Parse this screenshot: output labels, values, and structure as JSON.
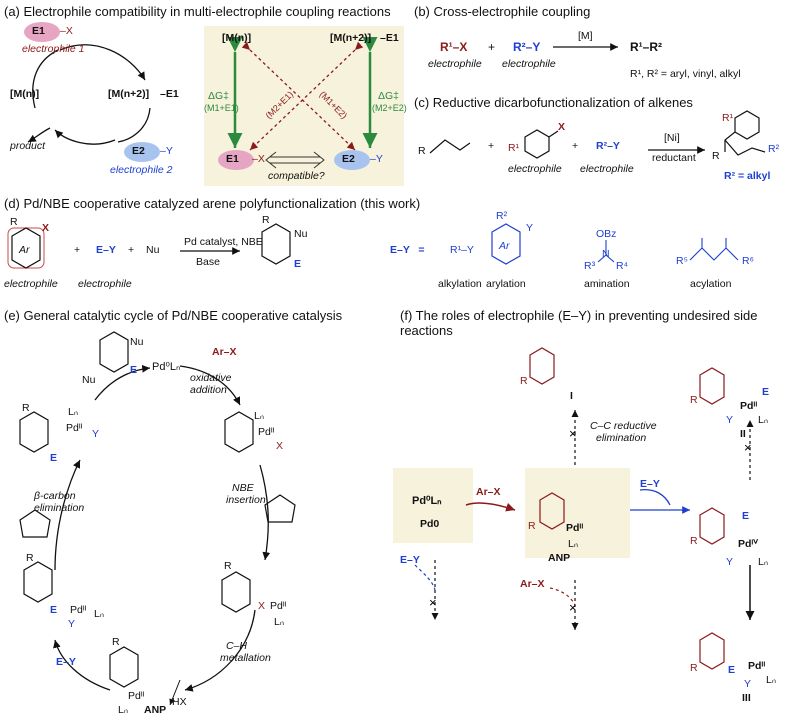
{
  "panels": {
    "a": "(a) Electrophile compatibility in multi-electrophile coupling reactions",
    "b": "(b) Cross-electrophile coupling",
    "c": "(c) Reductive dicarbofunctionalization of alkenes",
    "d": "(d) Pd/NBE cooperative catalyzed arene polyfunctionalization (this work)",
    "e": "(e) General catalytic cycle of Pd/NBE cooperative catalysis",
    "f": "(f) The roles of electrophile (E–Y) in preventing undesired side reactions"
  },
  "a": {
    "e1": "E1",
    "x": "–X",
    "e2": "E2",
    "y": "–Y",
    "electrophile1": "electrophile 1",
    "electrophile2": "electrophile 2",
    "m_n": "[M(n)]",
    "m_n2": "[M(n+2)]",
    "e1_lbl": "–E1",
    "product": "product",
    "dg1": "ΔG‡",
    "dg1_sub": "(M1+E1)",
    "dg2": "ΔG‡",
    "dg2_sub": "(M2+E2)",
    "dg3_sub": "(M2+E1)",
    "dg4_sub": "(M1+E2)",
    "compatible": "compatible?"
  },
  "b": {
    "r1x": "R¹–X",
    "plus": "+",
    "r2y": "R²–Y",
    "cat": "[M]",
    "prod": "R¹–R²",
    "el1": "electrophile",
    "el2": "electrophile",
    "note": "R¹, R² = aryl, vinyl, alkyl"
  },
  "c": {
    "r": "R",
    "plus": "+",
    "r1": "R¹",
    "x": "X",
    "r2y": "R²–Y",
    "cat": "[Ni]",
    "reductant": "reductant",
    "el1": "electrophile",
    "el2": "electrophile",
    "note": "R² = alkyl",
    "r_prod": "R",
    "r1_prod": "R¹",
    "r2_prod": "R²"
  },
  "d": {
    "r": "R",
    "x": "X",
    "ar": "Ar",
    "plus": "+",
    "ey": "E–Y",
    "nu": "Nu",
    "cat": "Pd catalyst, NBE",
    "base": "Base",
    "prod_r": "R",
    "prod_nu": "Nu",
    "prod_e": "E",
    "el1": "electrophile",
    "el2": "electrophile",
    "eq": "E–Y   =",
    "alk_form": "R¹–Y",
    "alk": "alkylation",
    "ary_r2": "R²",
    "ary_y": "Y",
    "ary_ar": "Ar",
    "ary": "arylation",
    "ami_obz": "OBz",
    "ami_n": "N",
    "ami_r3": "R³",
    "ami_r4": "R⁴",
    "ami": "amination",
    "acy_r5": "R⁵",
    "acy_r6": "R⁶",
    "acy": "acylation"
  },
  "e": {
    "pd0": "Pd⁰Lₙ",
    "arx": "Ar–X",
    "ox1": "oxidative",
    "ox2": "addition",
    "nbe1": "NBE",
    "nbe2": "insertion",
    "ch1": "C–H",
    "ch2": "metallation",
    "hx": "HX",
    "anp": "ANP",
    "ey": "E–Y",
    "bc1": "β-carbon",
    "bc2": "elimination",
    "nu": "Nu",
    "pd2": "Pdᴵᴵ",
    "ln": "Lₙ",
    "x": "X",
    "y": "Y",
    "e": "E",
    "r": "R"
  },
  "f": {
    "pd0": "Pd⁰Lₙ",
    "pd0_lbl": "Pd0",
    "arx": "Ar–X",
    "ey": "E–Y",
    "anp": "ANP",
    "cc1": "C–C reductive",
    "cc2": "elimination",
    "i": "I",
    "ii": "II",
    "iii": "III",
    "pd2": "Pdᴵᴵ",
    "pd4": "Pdᴵⱽ",
    "ln": "Lₙ",
    "r": "R",
    "e": "E",
    "y": "Y",
    "arx2": "Ar–X",
    "ey2": "E–Y"
  },
  "colors": {
    "red": "#8b1a1a",
    "blue": "#1e3fd0",
    "green": "#2b8a3e",
    "cream": "#f7f2dc",
    "pink": "#e7a5c4",
    "lightblue": "#a9c3ef"
  }
}
